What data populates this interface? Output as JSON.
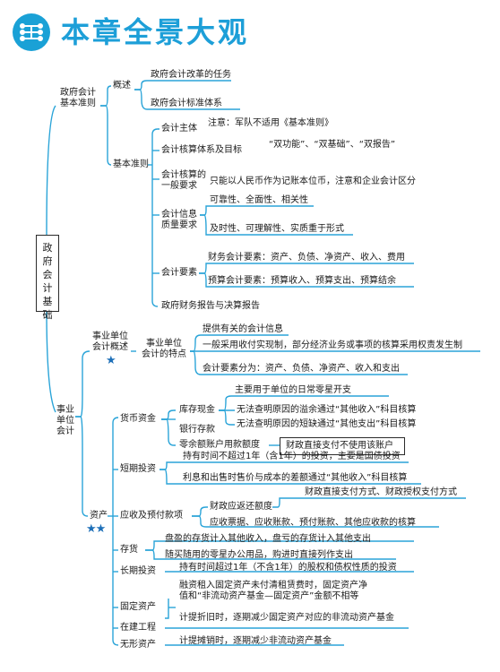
{
  "header": {
    "title": "本章全景大观",
    "icon": "network-nodes-icon",
    "accent_color": "#1d9fd8"
  },
  "root": "政府会计基础",
  "gov": {
    "label": [
      "政府会计",
      "基本准则"
    ],
    "overview": {
      "label": "概述",
      "items": [
        "政府会计改革的任务",
        "政府会计标准体系"
      ]
    },
    "basic": {
      "label": "基本准则",
      "subject": {
        "label": "会计主体",
        "note": "注意：军队不适用《基本准则》"
      },
      "system": {
        "label": "会计核算体系及目标",
        "note": "“双功能”、“双基础”、“双报告”"
      },
      "requirement": {
        "label": [
          "会计核算的",
          "一般要求"
        ],
        "note": "只能以人民币作为记账本位币，注意和企业会计区分"
      },
      "quality": {
        "label": [
          "会计信息",
          "质量要求"
        ],
        "items": [
          "可靠性、全面性、相关性",
          "及时性、可理解性、实质重于形式"
        ]
      },
      "elements": {
        "label": "会计要素",
        "items": [
          "财务会计要素：资产、负债、净资产、收入、费用",
          "预算会计要素：预算收入、预算支出、预算结余"
        ]
      },
      "report": "政府财务报告与决算报告"
    }
  },
  "unit": {
    "label": [
      "事业",
      "单位",
      "会计"
    ],
    "overview": {
      "label": [
        "事业单位",
        "会计概述"
      ],
      "stars": "★",
      "features": {
        "label": [
          "事业单位",
          "会计的特点"
        ],
        "items": [
          "提供有关的会计信息",
          "一般采用收付实现制，部分经济业务或事项的核算采用权责发生制",
          "会计要素分为：资产、负债、净资产、收入和支出"
        ]
      }
    },
    "assets": {
      "label": "资产",
      "stars": "★★",
      "cash": {
        "label": "货币资金",
        "petty": {
          "label": "库存现金",
          "items": [
            "主要用于单位的日常零星开支",
            "无法查明原因的溢余通过“其他收入”科目核算",
            "无法查明原因的短缺通过“其他支出”科目核算"
          ]
        },
        "bank": "银行存款",
        "quota": {
          "label": "零余额账户用款额度",
          "note": "财政直接支付不使用该账户"
        }
      },
      "short": {
        "label": "短期投资",
        "items": [
          "持有时间不超过1年（含1年）的投资，主要是国债投资",
          "利息和出售时售价与成本的差额通过“其他收入”科目核算"
        ]
      },
      "receivables": {
        "label": "应收及预付款项",
        "quota": "财政应返还额度",
        "quota_note": "财政直接支付方式、财政授权支付方式",
        "other": "应收票据、应收账款、预付账款、其他应收款的核算"
      },
      "inventory": {
        "label": "存货",
        "items": [
          "盘盈的存货计入其他收入，盘亏的存货计入其他支出",
          "随买随用的零星办公用品，购进时直接列作支出"
        ]
      },
      "long": {
        "label": "长期投资",
        "note": "持有时间超过1年（不含1年）的股权和债权性质的投资"
      },
      "fixed": {
        "label": "固定资产",
        "note": [
          "融资租入固定资产未付清租赁费时，固定资产净",
          "值和“非流动资产基金—固定资产”金额不相等"
        ]
      },
      "construction": {
        "label": "在建工程",
        "note": "计提折旧时，逐期减少固定资产对应的非流动资产基金"
      },
      "intangible": {
        "label": "无形资产",
        "note": "计提摊销时，逐期减少非流动资产基金"
      }
    }
  }
}
